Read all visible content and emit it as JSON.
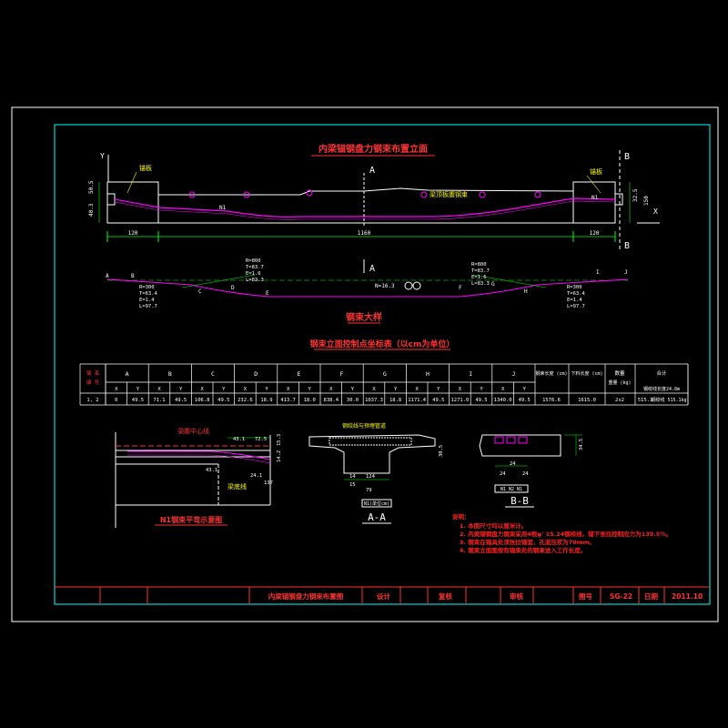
{
  "colors": {
    "background": "#000000",
    "frame": "#ffffff",
    "inner_border": "#00ffff",
    "dimension": "#00ff00",
    "tendon": "#ff00ff",
    "title": "#ff3333",
    "label": "#ffff00",
    "text": "#ffffff",
    "note": "#ff2020"
  },
  "elevation": {
    "title": "内梁锚钢盘力钢束布置立面",
    "section_mark_a": "A",
    "section_mark_b": "B",
    "left_anchor_label": "锚板",
    "right_anchor_label": "锚板",
    "mid_label": "梁顶板腹钢束",
    "n1_left": "N1",
    "n1_right": "N1",
    "left_dims": [
      "50.5",
      "40.3"
    ],
    "right_dims": [
      "32.5",
      "150"
    ],
    "span_total": "1160",
    "end_left": "120",
    "end_right": "120",
    "axis_y": "Y",
    "axis_x": "X"
  },
  "tendon_profile": {
    "title": "钢束大样",
    "points_top": [
      "A",
      "B",
      "C",
      "D",
      "E",
      "F",
      "G",
      "H",
      "I",
      "J"
    ],
    "left_curve_a": [
      "R=300",
      "T=63.4",
      "E=1.4",
      "L=97.7"
    ],
    "left_curve_b": [
      "R=800",
      "T=83.7",
      "E=1.6",
      "L=83.3"
    ],
    "right_curve_b": [
      "R=800",
      "T=83.7",
      "E=1.6",
      "L=83.3"
    ],
    "right_curve_a": [
      "R=300",
      "T=63.4",
      "E=1.4",
      "L=97.7"
    ],
    "mid_label": "N=16.3"
  },
  "coord_table": {
    "title": "钢束立面控制点坐标表（以cm为单位）",
    "col_points": [
      "A",
      "B",
      "C",
      "D",
      "E",
      "F",
      "G",
      "H",
      "I",
      "J"
    ],
    "sub_xy": [
      "X",
      "Y"
    ],
    "head_left": "钢 束 编 号",
    "head_len": "钢束长度 (cm)",
    "head_len2": "下料长度 (cm)",
    "head_qty": "数量",
    "head_weight": "重量 (kg)",
    "head_note": "合计",
    "row": {
      "id": "1, 2",
      "values": [
        "0",
        "49.5",
        "71.1",
        "49.5",
        "106.8",
        "49.5",
        "232.6",
        "18.9",
        "413.7",
        "18.0",
        "838.4",
        "30.0",
        "1037.3",
        "18.8",
        "1171.4",
        "49.5",
        "1271.0",
        "49.5",
        "1340.0",
        "49.5"
      ],
      "len": "1576.6",
      "cut": "1615.0",
      "qty": "2x2",
      "weight": "515.1",
      "total_line1": "钢绞线长度24.8m",
      "total_line2": "钢绞线 515.1kg"
    }
  },
  "plan_detail": {
    "title": "N1钢束平弯示意图",
    "label_center": "梁腹中心线",
    "label_side": "梁底线",
    "dims": [
      "43.1",
      "72.5",
      "43.1",
      "24.1",
      "137",
      "15.3",
      "14.2"
    ]
  },
  "section_aa": {
    "title": "A-A",
    "label": "钢绞线与预埋管道",
    "dims": [
      "14",
      "124",
      "15",
      "79",
      "30.5"
    ],
    "bottom_note": "N1(单位cm)"
  },
  "section_bb": {
    "title": "B-B",
    "dims": [
      "34.5",
      "24",
      "24",
      "24"
    ],
    "bottom_note": "N1 N2 N1"
  },
  "notes": {
    "title": "说明：",
    "items": [
      "1. 本图尺寸均以厘米计。",
      "2. 内梁锚钢盘力钢束采用4根φ' 15.24钢绞线，锚下张拉控制应力为139.5%。",
      "3. 钢束在锚具处须张拉锚固，孔道压浆为70mm。",
      "4. 钢束立面图按有锚束处的钢束进入工作长度。"
    ]
  },
  "title_block": {
    "drawing_name": "内梁锚钢盘力钢束布置图",
    "design": "设计",
    "check": "复核",
    "review": "审核",
    "drawing_no_label": "图号",
    "drawing_no": "SG-22",
    "date_label": "日期",
    "date": "2011.10"
  }
}
